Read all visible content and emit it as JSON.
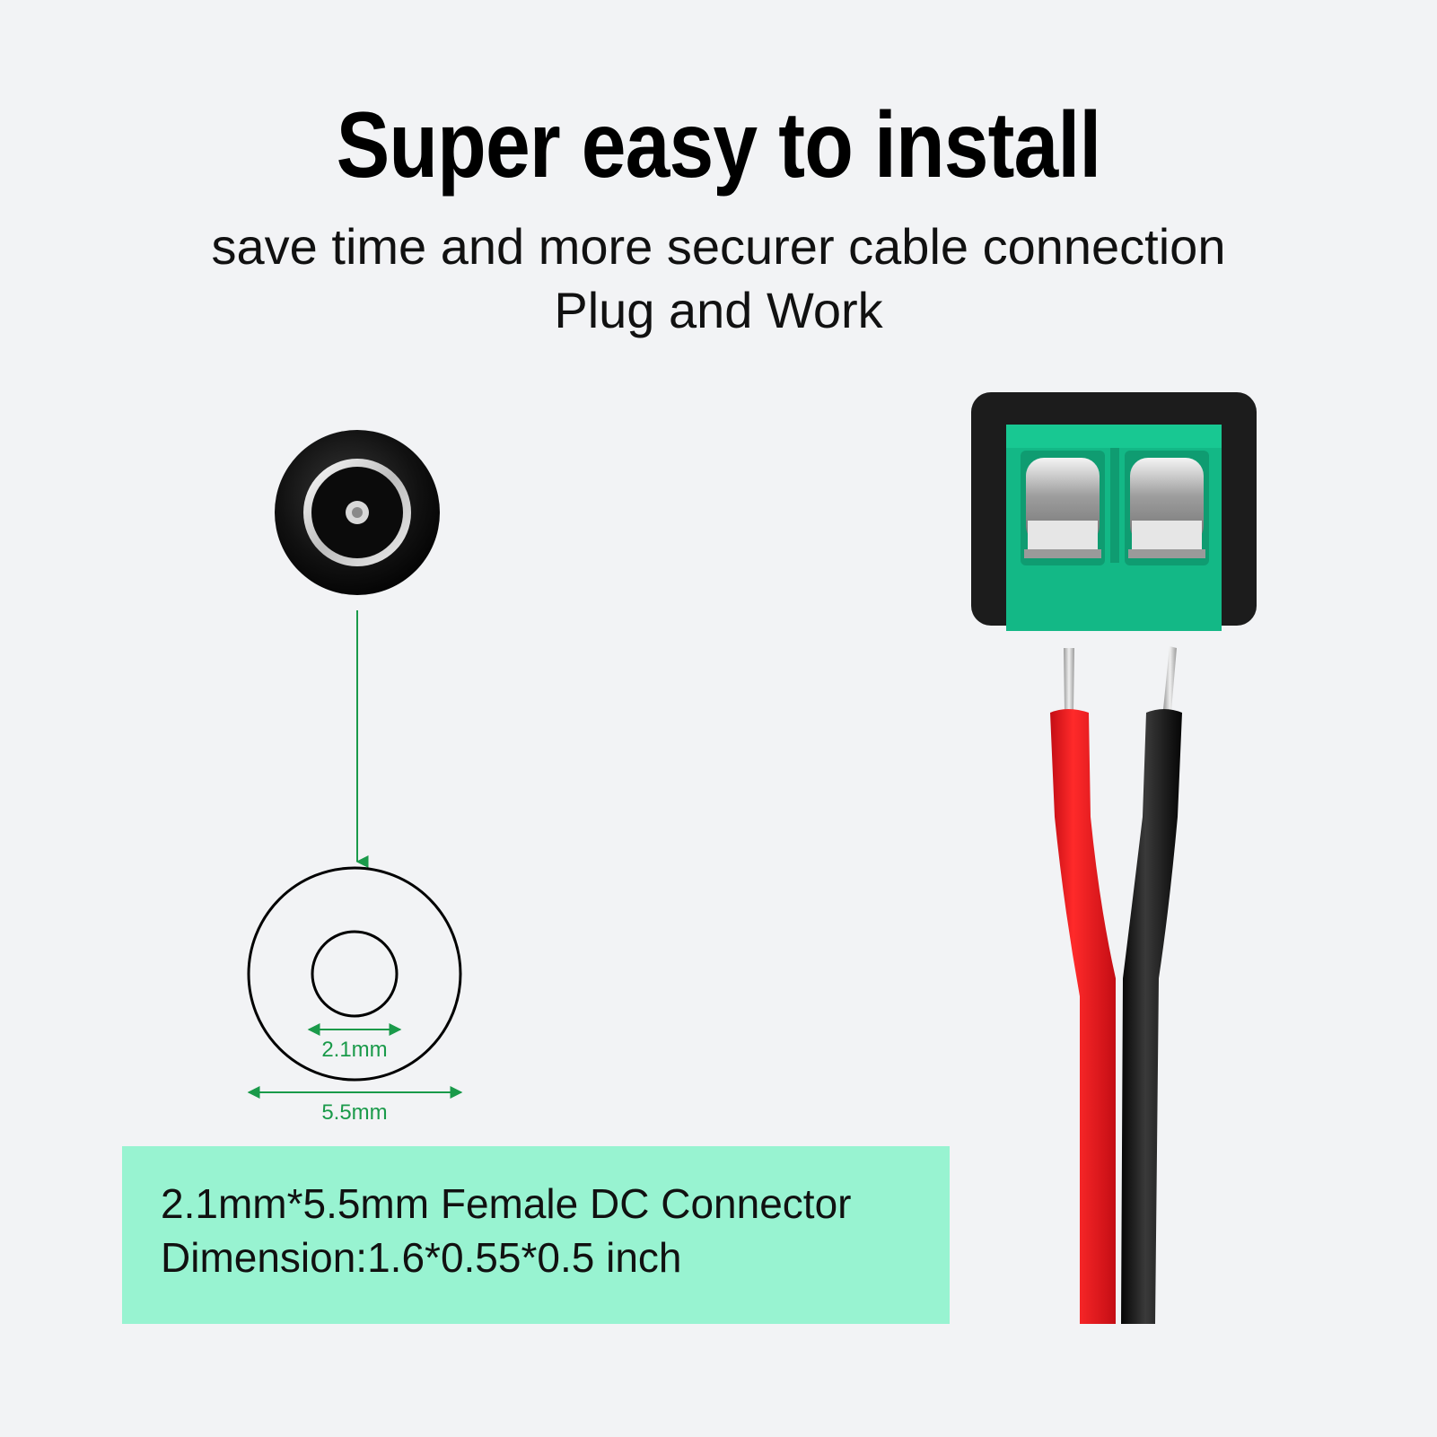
{
  "header": {
    "title": "Super easy to install",
    "subtitle_line1": "save time and more securer cable connection",
    "subtitle_line2": "Plug and Work"
  },
  "connector_diagram": {
    "inner_diameter_label": "2.1mm",
    "outer_diameter_label": "5.5mm",
    "dimension_color": "#1a9a4a"
  },
  "info_box": {
    "line1": "2.1mm*5.5mm Female DC Connector",
    "line2": "Dimension:1.6*0.55*0.5 inch",
    "background_color": "#98f3d1"
  },
  "product_colors": {
    "terminal_block": "#13b886",
    "housing": "#1c1c1c",
    "positive_wire": "#e3141c",
    "negative_wire": "#151515"
  }
}
